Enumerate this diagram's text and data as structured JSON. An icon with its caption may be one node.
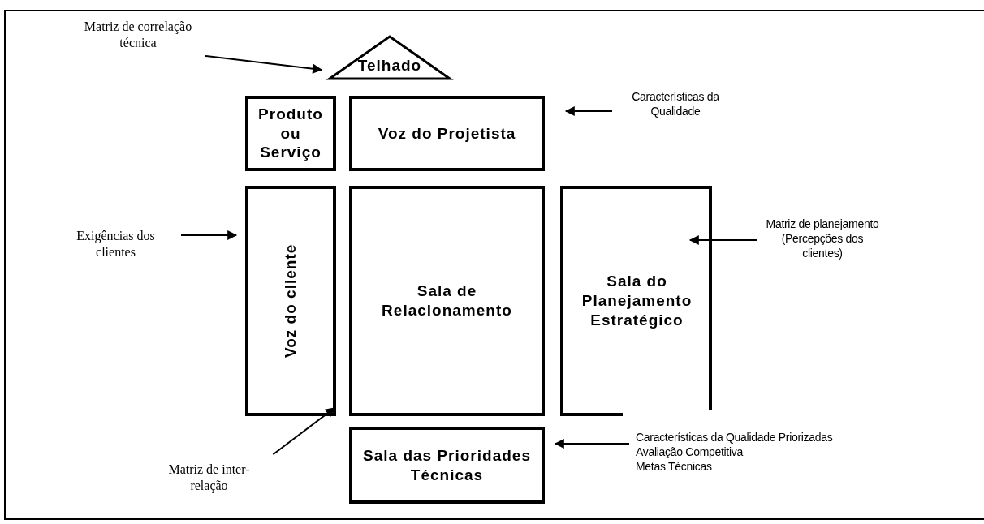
{
  "diagram": {
    "nodes": [
      {
        "text": [
          "Telhado"
        ]
      },
      {
        "text": [
          "Produto ou Serviço"
        ]
      },
      {
        "text": [
          "Voz do Projetista"
        ]
      },
      {
        "text": [
          "Voz do cliente"
        ]
      },
      {
        "text": [
          "Sala de Relacionamento"
        ]
      },
      {
        "text": [
          "Sala do Planejamento Estratégico"
        ]
      },
      {
        "text": [
          "Sala das Prioridades Técnicas"
        ]
      },
      {
        "text": [
          "Matriz de correlação técnica"
        ]
      },
      {
        "text": [
          "Características da Qualidade"
        ]
      },
      {
        "text": [
          "Exigências dos clientes"
        ]
      },
      {
        "text": [
          "Matriz de planejamento (Percepções dos clientes)"
        ]
      },
      {
        "text": [
          "Matriz de inter-relação"
        ]
      },
      {
        "text": [
          "Características da Qualidade Priorizadas",
          "Avaliação Competitiva",
          "Metas Técnicas"
        ]
      }
    ],
    "edges": [
      {
        "from": 7,
        "to": 0,
        "arrow": "to"
      },
      {
        "from": 8,
        "to": 2,
        "arrow": "to"
      },
      {
        "from": 9,
        "to": 3,
        "arrow": "to"
      },
      {
        "from": 10,
        "to": 5,
        "arrow": "to"
      },
      {
        "from": 11,
        "to": 3,
        "arrow": "to"
      },
      {
        "from": 12,
        "to": 6,
        "arrow": "to"
      }
    ]
  }
}
